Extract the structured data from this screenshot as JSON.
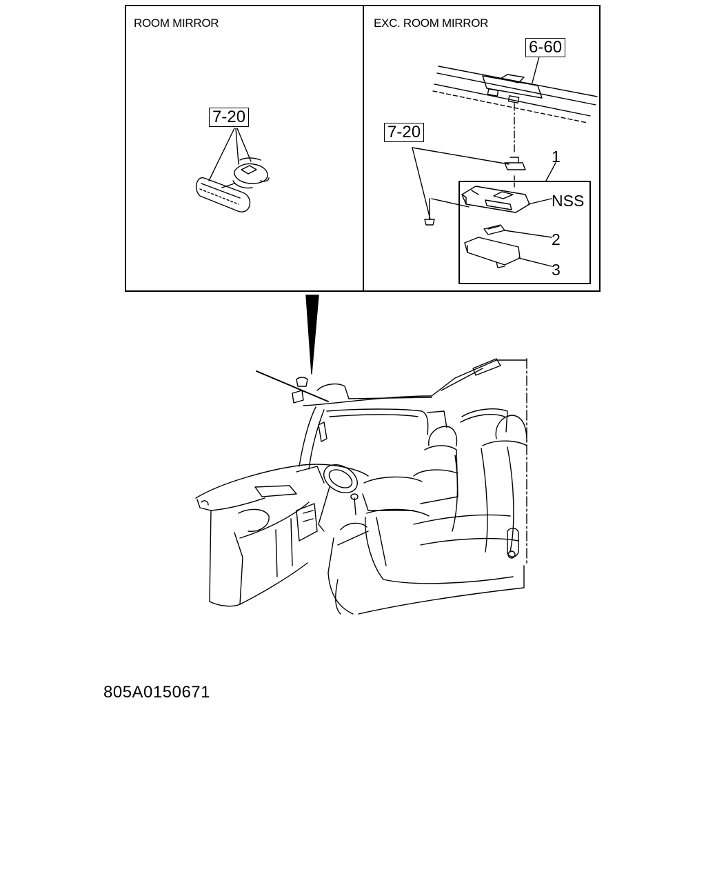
{
  "panels": {
    "left": {
      "title": "ROOM MIRROR",
      "ref": "7-20"
    },
    "right": {
      "title": "EXC. ROOM MIRROR",
      "ref_top": "6-60",
      "ref_screw": "7-20",
      "callouts": {
        "part1": "1",
        "nss": "NSS",
        "part2": "2",
        "part3": "3"
      }
    }
  },
  "drawing_code": "805A0150671"
}
